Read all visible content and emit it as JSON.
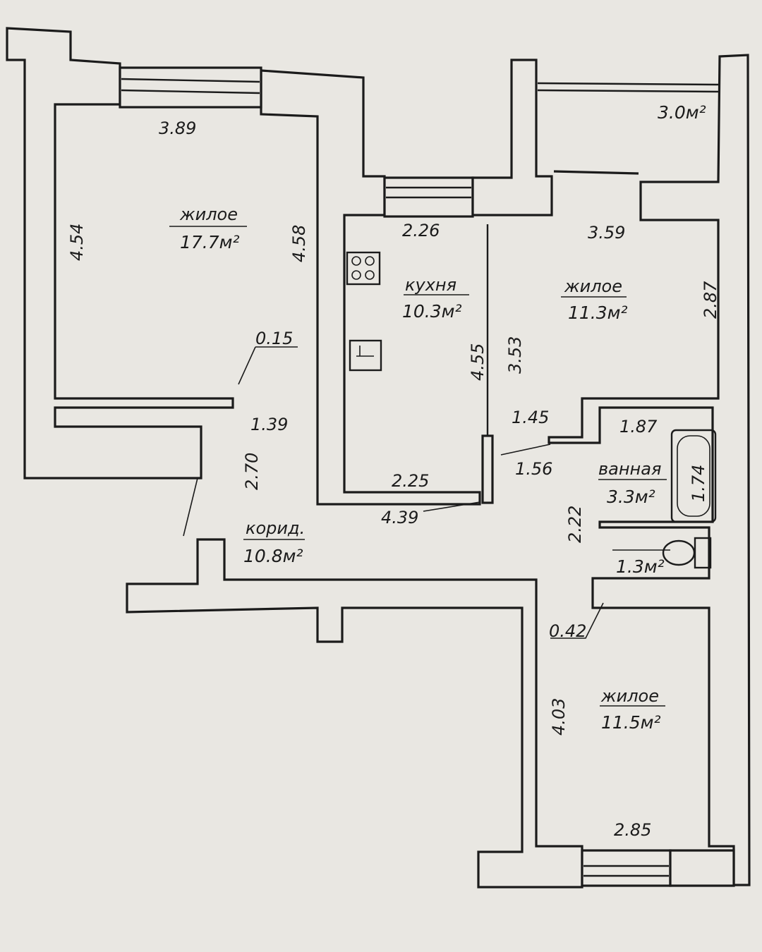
{
  "plan": {
    "rooms": {
      "living_1": {
        "name": "жилое",
        "area": "17.7м²"
      },
      "kitchen": {
        "name": "кухня",
        "area": "10.3м²"
      },
      "living_2": {
        "name": "жилое",
        "area": "11.3м²"
      },
      "balcony": {
        "area": "3.0м²"
      },
      "corridor": {
        "name": "корид.",
        "area": "10.8м²"
      },
      "bathroom": {
        "name": "ванная",
        "area": "3.3м²"
      },
      "toilet": {
        "area": "1.3м²"
      },
      "living_3": {
        "name": "жилое",
        "area": "11.5м²"
      }
    },
    "dimensions": {
      "d_389": "3.89",
      "d_454": "4.54",
      "d_458": "4.58",
      "d_015": "0.15",
      "d_139": "1.39",
      "d_270": "2.70",
      "d_226": "2.26",
      "d_455": "4.55",
      "d_353": "3.53",
      "d_225": "2.25",
      "d_439": "4.39",
      "d_359": "3.59",
      "d_287": "2.87",
      "d_145": "1.45",
      "d_156": "1.56",
      "d_187": "1.87",
      "d_174": "1.74",
      "d_222": "2.22",
      "d_042": "0.42",
      "d_403": "4.03",
      "d_285": "2.85"
    }
  }
}
